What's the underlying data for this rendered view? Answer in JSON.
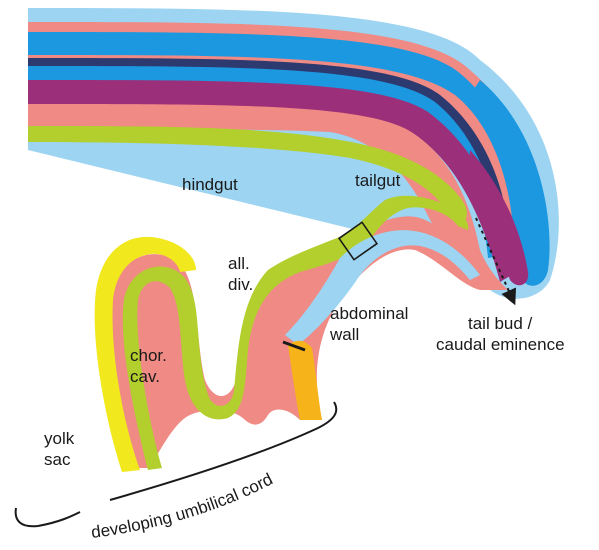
{
  "colors": {
    "light_blue": "#9dd4f2",
    "blue": "#1b98e0",
    "salmon": "#ef8a84",
    "purple": "#9c2f7a",
    "dark_navy": "#2d3a70",
    "green": "#b2cf2d",
    "yellow": "#f1e81e",
    "orange": "#f6b31a",
    "outline": "#1a1a1a"
  },
  "labels": {
    "hindgut": "hindgut",
    "tailgut": "tailgut",
    "all_div_line1": "all.",
    "all_div_line2": "div.",
    "abdominal_line1": "abdominal",
    "abdominal_line2": "wall",
    "chor_line1": "chor.",
    "chor_line2": "cav.",
    "tailbud_line1": "tail bud /",
    "tailbud_line2": "caudal eminence",
    "yolk_line1": "yolk",
    "yolk_line2": "sac",
    "cord": "developing umbilical cord"
  }
}
